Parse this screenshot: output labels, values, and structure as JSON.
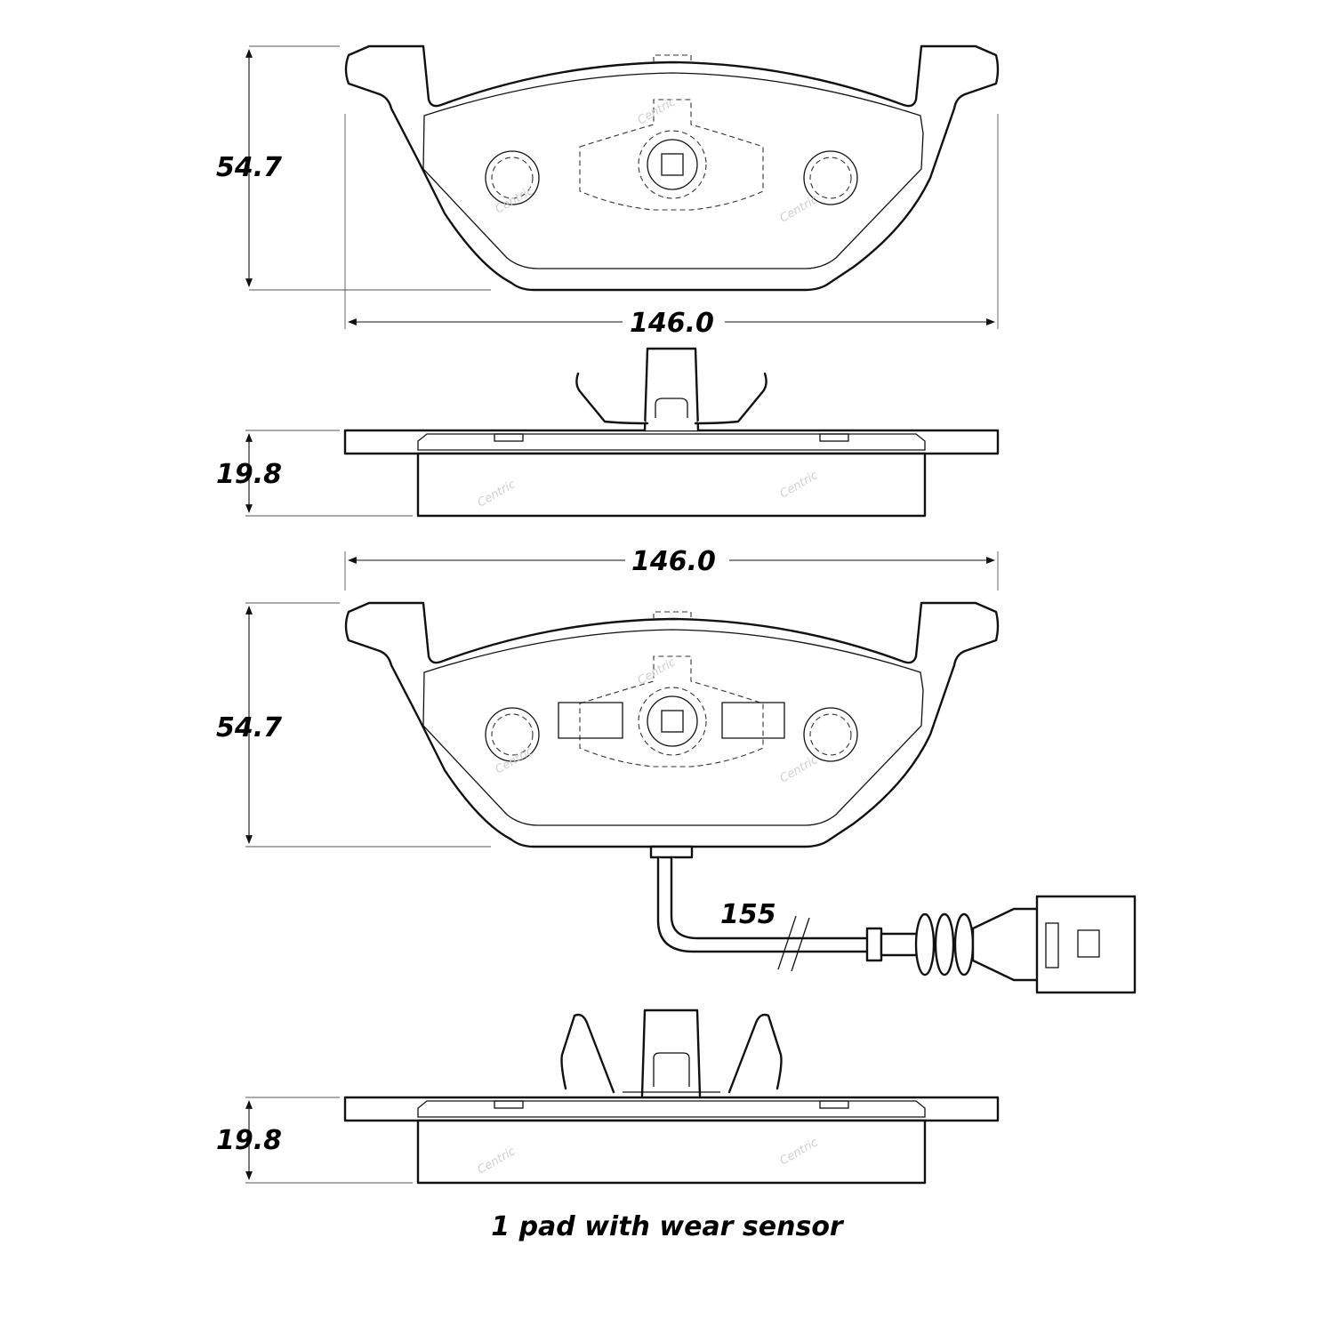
{
  "diagram": {
    "view1": {
      "height_label": "54.7",
      "width_label": "146.0"
    },
    "view2": {
      "thickness_label": "19.8"
    },
    "view3": {
      "width_label": "146.0",
      "height_label": "54.7",
      "sensor_length_label": "155"
    },
    "view4": {
      "thickness_label": "19.8"
    },
    "watermark": "Centric",
    "caption": "1 pad with wear sensor"
  },
  "colors": {
    "line": "#111111",
    "background": "#ffffff",
    "watermark": "#cfcfcf"
  }
}
